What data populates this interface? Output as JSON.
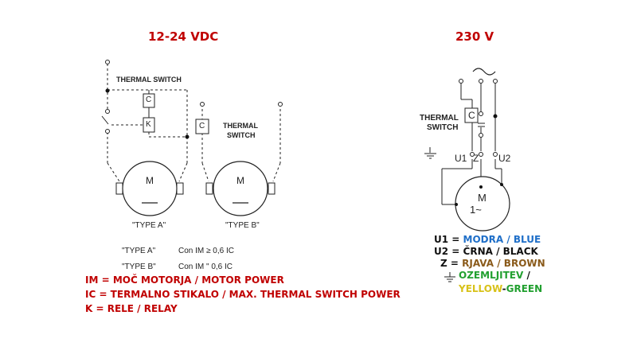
{
  "left": {
    "title": "12-24 VDC",
    "thermal_switch_a": "THERMAL SWITCH",
    "thermal_switch_b_line1": "THERMAL",
    "thermal_switch_b_line2": "SWITCH",
    "switch_c": "C",
    "relay_k": "K",
    "motor_m": "M",
    "type_a_caption": "\"TYPE A\"",
    "type_b_caption": "\"TYPE B\"",
    "rows": [
      {
        "type": "\"TYPE A\"",
        "condition": "Con IM ≥ 0,6 IC"
      },
      {
        "type": "\"TYPE B\"",
        "condition": "Con IM \" 0,6 IC"
      }
    ]
  },
  "right": {
    "title": "230 V",
    "ac_symbol": "~",
    "thermal_line1": "THERMAL",
    "thermal_line2": "SWITCH",
    "switch_c": "C",
    "terminal_u1": "U1",
    "terminal_z": "Z",
    "terminal_u2": "U2",
    "motor_m": "M",
    "motor_phase": "1~"
  },
  "definitions": [
    "IM = MOČ MOTORJA / MOTOR POWER",
    "IC = TERMALNO STIKALO / MAX. THERMAL SWITCH POWER",
    "K = RELE / RELAY"
  ],
  "wiring_legend": {
    "u1_prefix": "U1 = ",
    "u1_color": "MODRA / BLUE",
    "u2_prefix": "U2 = ",
    "u2_color": "ČRNA / BLACK",
    "z_prefix": "Z = ",
    "z_color": "RJAVA / BROWN",
    "earth_word": "OZEMLJITEV",
    "earth_sep": " /",
    "yellow_word": "YELLOW",
    "dash": "-",
    "green_word": "GREEN"
  },
  "colors": {
    "title_red": "#c00000",
    "blue": "#1f6fc8",
    "black": "#111111",
    "brown": "#8a5a1a",
    "green": "#22a030",
    "yellow": "#d8c21a"
  }
}
